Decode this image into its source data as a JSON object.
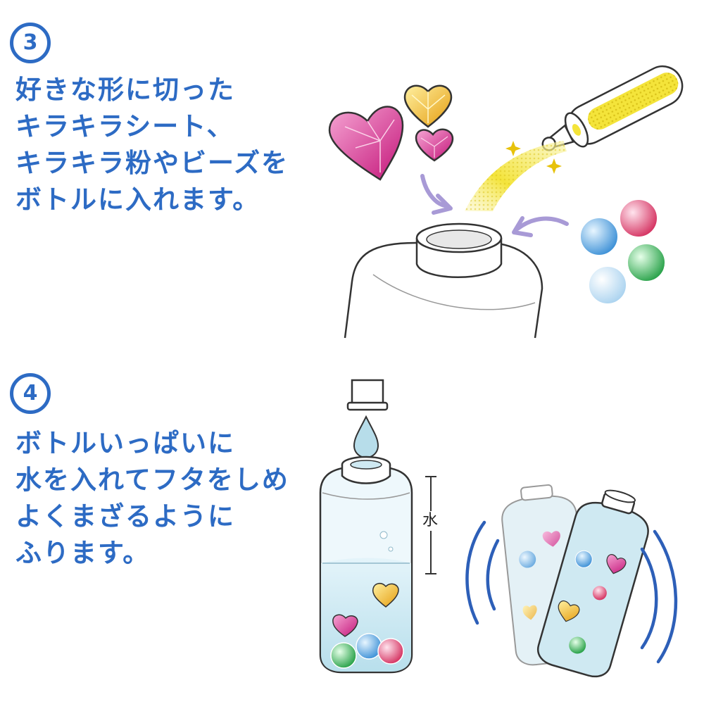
{
  "colors": {
    "accent": "#2d6bc4",
    "heart_pink": "#e0358f",
    "heart_gold": "#f4b818",
    "glitter_yellow": "#f7e642",
    "arrow_purple": "#a89ad6",
    "water": "#cfe9f2"
  },
  "step3": {
    "number": "3",
    "lines": [
      "好きな形に切った",
      "キラキラシート、",
      "キラキラ粉やビーズを",
      "ボトルに入れます。"
    ]
  },
  "step4": {
    "number": "4",
    "lines": [
      "ボトルいっぱいに",
      "水を入れてフタをしめ",
      "よくまざるように",
      "ふります。"
    ],
    "water_label": "水"
  },
  "icons": [
    "pink-heart-sheet-icon",
    "gold-heart-sheet-icon",
    "small-pink-heart-icon",
    "glitter-tube-icon",
    "sparkle-icon",
    "bead-icon",
    "curved-arrow-icon",
    "bottle-top-icon",
    "water-faucet-icon",
    "water-drop-icon",
    "filled-bottle-icon",
    "shaking-bottles-icon",
    "motion-lines-icon"
  ]
}
